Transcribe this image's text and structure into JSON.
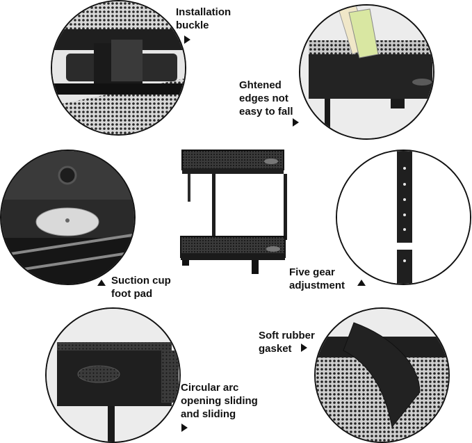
{
  "callouts": {
    "installation_buckle": "Installation\nbuckle",
    "tightened_edges": "Ghtened\nedges not\neasy to fall",
    "suction_cup": "Suction cup\nfoot pad",
    "five_gear": "Five gear\nadjustment",
    "soft_rubber": "Soft rubber\ngasket",
    "circular_arc": "Circular arc\nopening sliding\nand sliding"
  },
  "colors": {
    "metal": "#1e1e1e",
    "mesh": "#2a2a2a",
    "background": "#ffffff",
    "circle_fill": "#e9e9e9"
  }
}
